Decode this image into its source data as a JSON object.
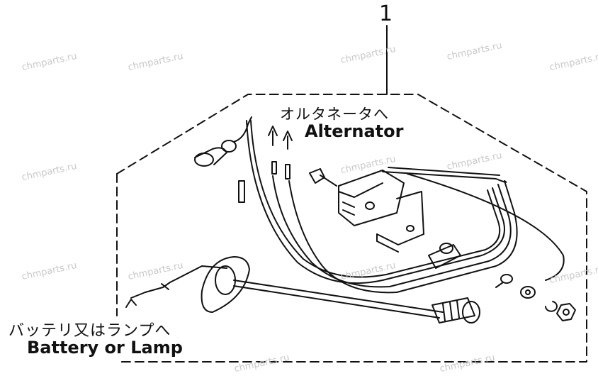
{
  "callout_number": "1",
  "labels": {
    "alternator_jp": "オルタネータへ",
    "alternator_en": "Alternator",
    "battery_jp": "バッテリ又はランプへ",
    "battery_en": "Battery or Lamp"
  },
  "watermark": "chmparts.ru"
}
